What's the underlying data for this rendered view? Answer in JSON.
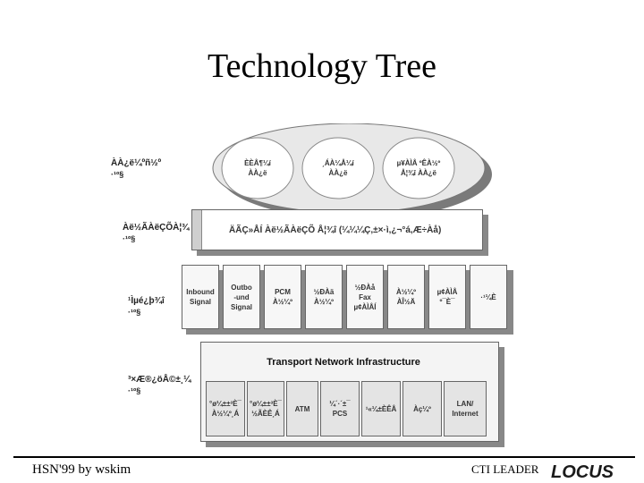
{
  "title": "Technology Tree",
  "rows": [
    {
      "label": "ÀÀ¿ë¼ºñ½º",
      "sublabel": "·¹º§"
    },
    {
      "label": "Àë½ÃÀëÇÕÀ¦¾",
      "sublabel": "·¹º§"
    },
    {
      "label": "¹Ìµé¿þ¾î",
      "sublabel": "·¹º§"
    },
    {
      "label": "³×Æ®¿öÅ©±¸¼",
      "sublabel": "·¹º§"
    }
  ],
  "services": [
    {
      "text": "ÈÈÅ¶¼í\nÀÀ¿ë"
    },
    {
      "text": "¸ÁÀ¼Å¼í\nÀÀ¿ë"
    },
    {
      "text": "µ¥ÀÌÅ ºÊÀ½º\nÅ¦¾î ÀÀ¿ë"
    }
  ],
  "integration_text": "ÄÃÇ»ÅÍ Àë½ÃÀëÇÕ Å¦¾î (¼¼¼Ç,±×·ì,¿¬°á,Æ÷Àå)",
  "middleware": [
    {
      "text": "Inbound\nSignal"
    },
    {
      "text": "Outbo\n-und\nSignal"
    },
    {
      "text": "PCM\nÀ½¼º"
    },
    {
      "text": "½ÐÀä\nÀ½¼º"
    },
    {
      "text": "½ÐÀå\nFax\nµ¢ÀÌÅÍ"
    },
    {
      "text": "À½¼º\nÀÎ½Ä"
    },
    {
      "text": "µ¢ÀÌÅ\nº¯È¯"
    },
    {
      "text": "·¹¼È"
    }
  ],
  "network_title": "Transport Network Infrastructure",
  "network": [
    {
      "text": "°ø¼±±³È¯\nÀ½¼º¸Á"
    },
    {
      "text": "°ø¼±±³È¯\n½ÃÈÊ¸Á"
    },
    {
      "text": "ATM"
    },
    {
      "text": "¼´·´±¯\nPCS"
    },
    {
      "text": "¹«¼±ÈÊÅ"
    },
    {
      "text": "Àç¼º"
    },
    {
      "text": "LAN/\nInternet"
    }
  ],
  "footer_left": "HSN'99 by wskim",
  "footer_right": "CTI LEADER",
  "logo_text": "LOCUS"
}
